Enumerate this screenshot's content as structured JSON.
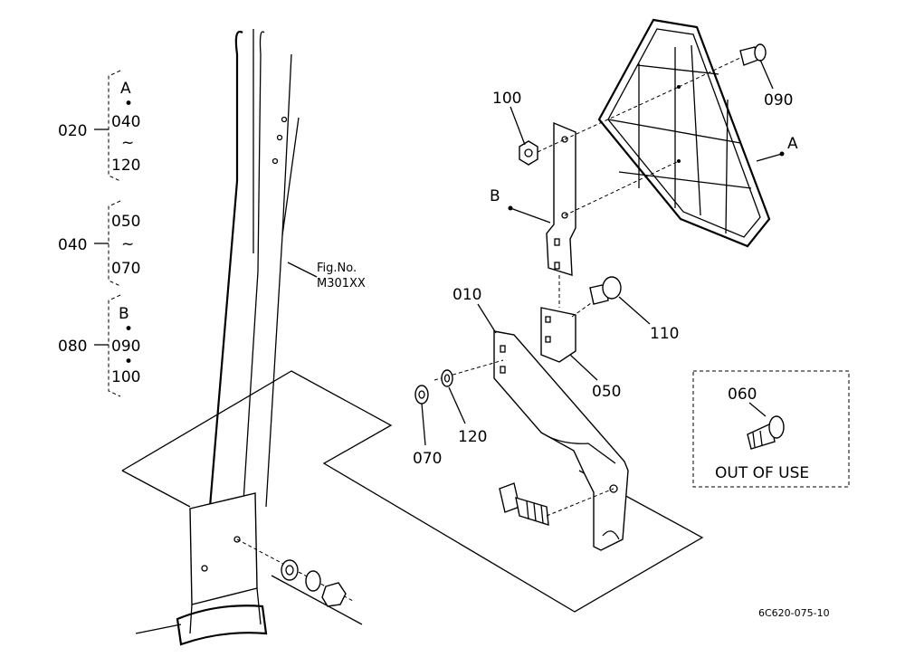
{
  "groups": [
    {
      "id": "020",
      "items": [
        "A",
        "•",
        "040",
        "~",
        "120"
      ]
    },
    {
      "id": "040",
      "items": [
        "050",
        "~",
        "070"
      ]
    },
    {
      "id": "080",
      "items": [
        "B",
        "•",
        "090",
        "•",
        "100"
      ]
    }
  ],
  "callouts": {
    "p010": "010",
    "p050": "050",
    "p060": "060",
    "p070": "070",
    "p090": "090",
    "p100": "100",
    "p110": "110",
    "p120": "120",
    "refA": "A",
    "refB": "B"
  },
  "fig_ref": {
    "line1": "Fig.No.",
    "line2": "M301XX"
  },
  "out_of_use": "OUT OF USE",
  "drawing_number": "6C620-075-10"
}
